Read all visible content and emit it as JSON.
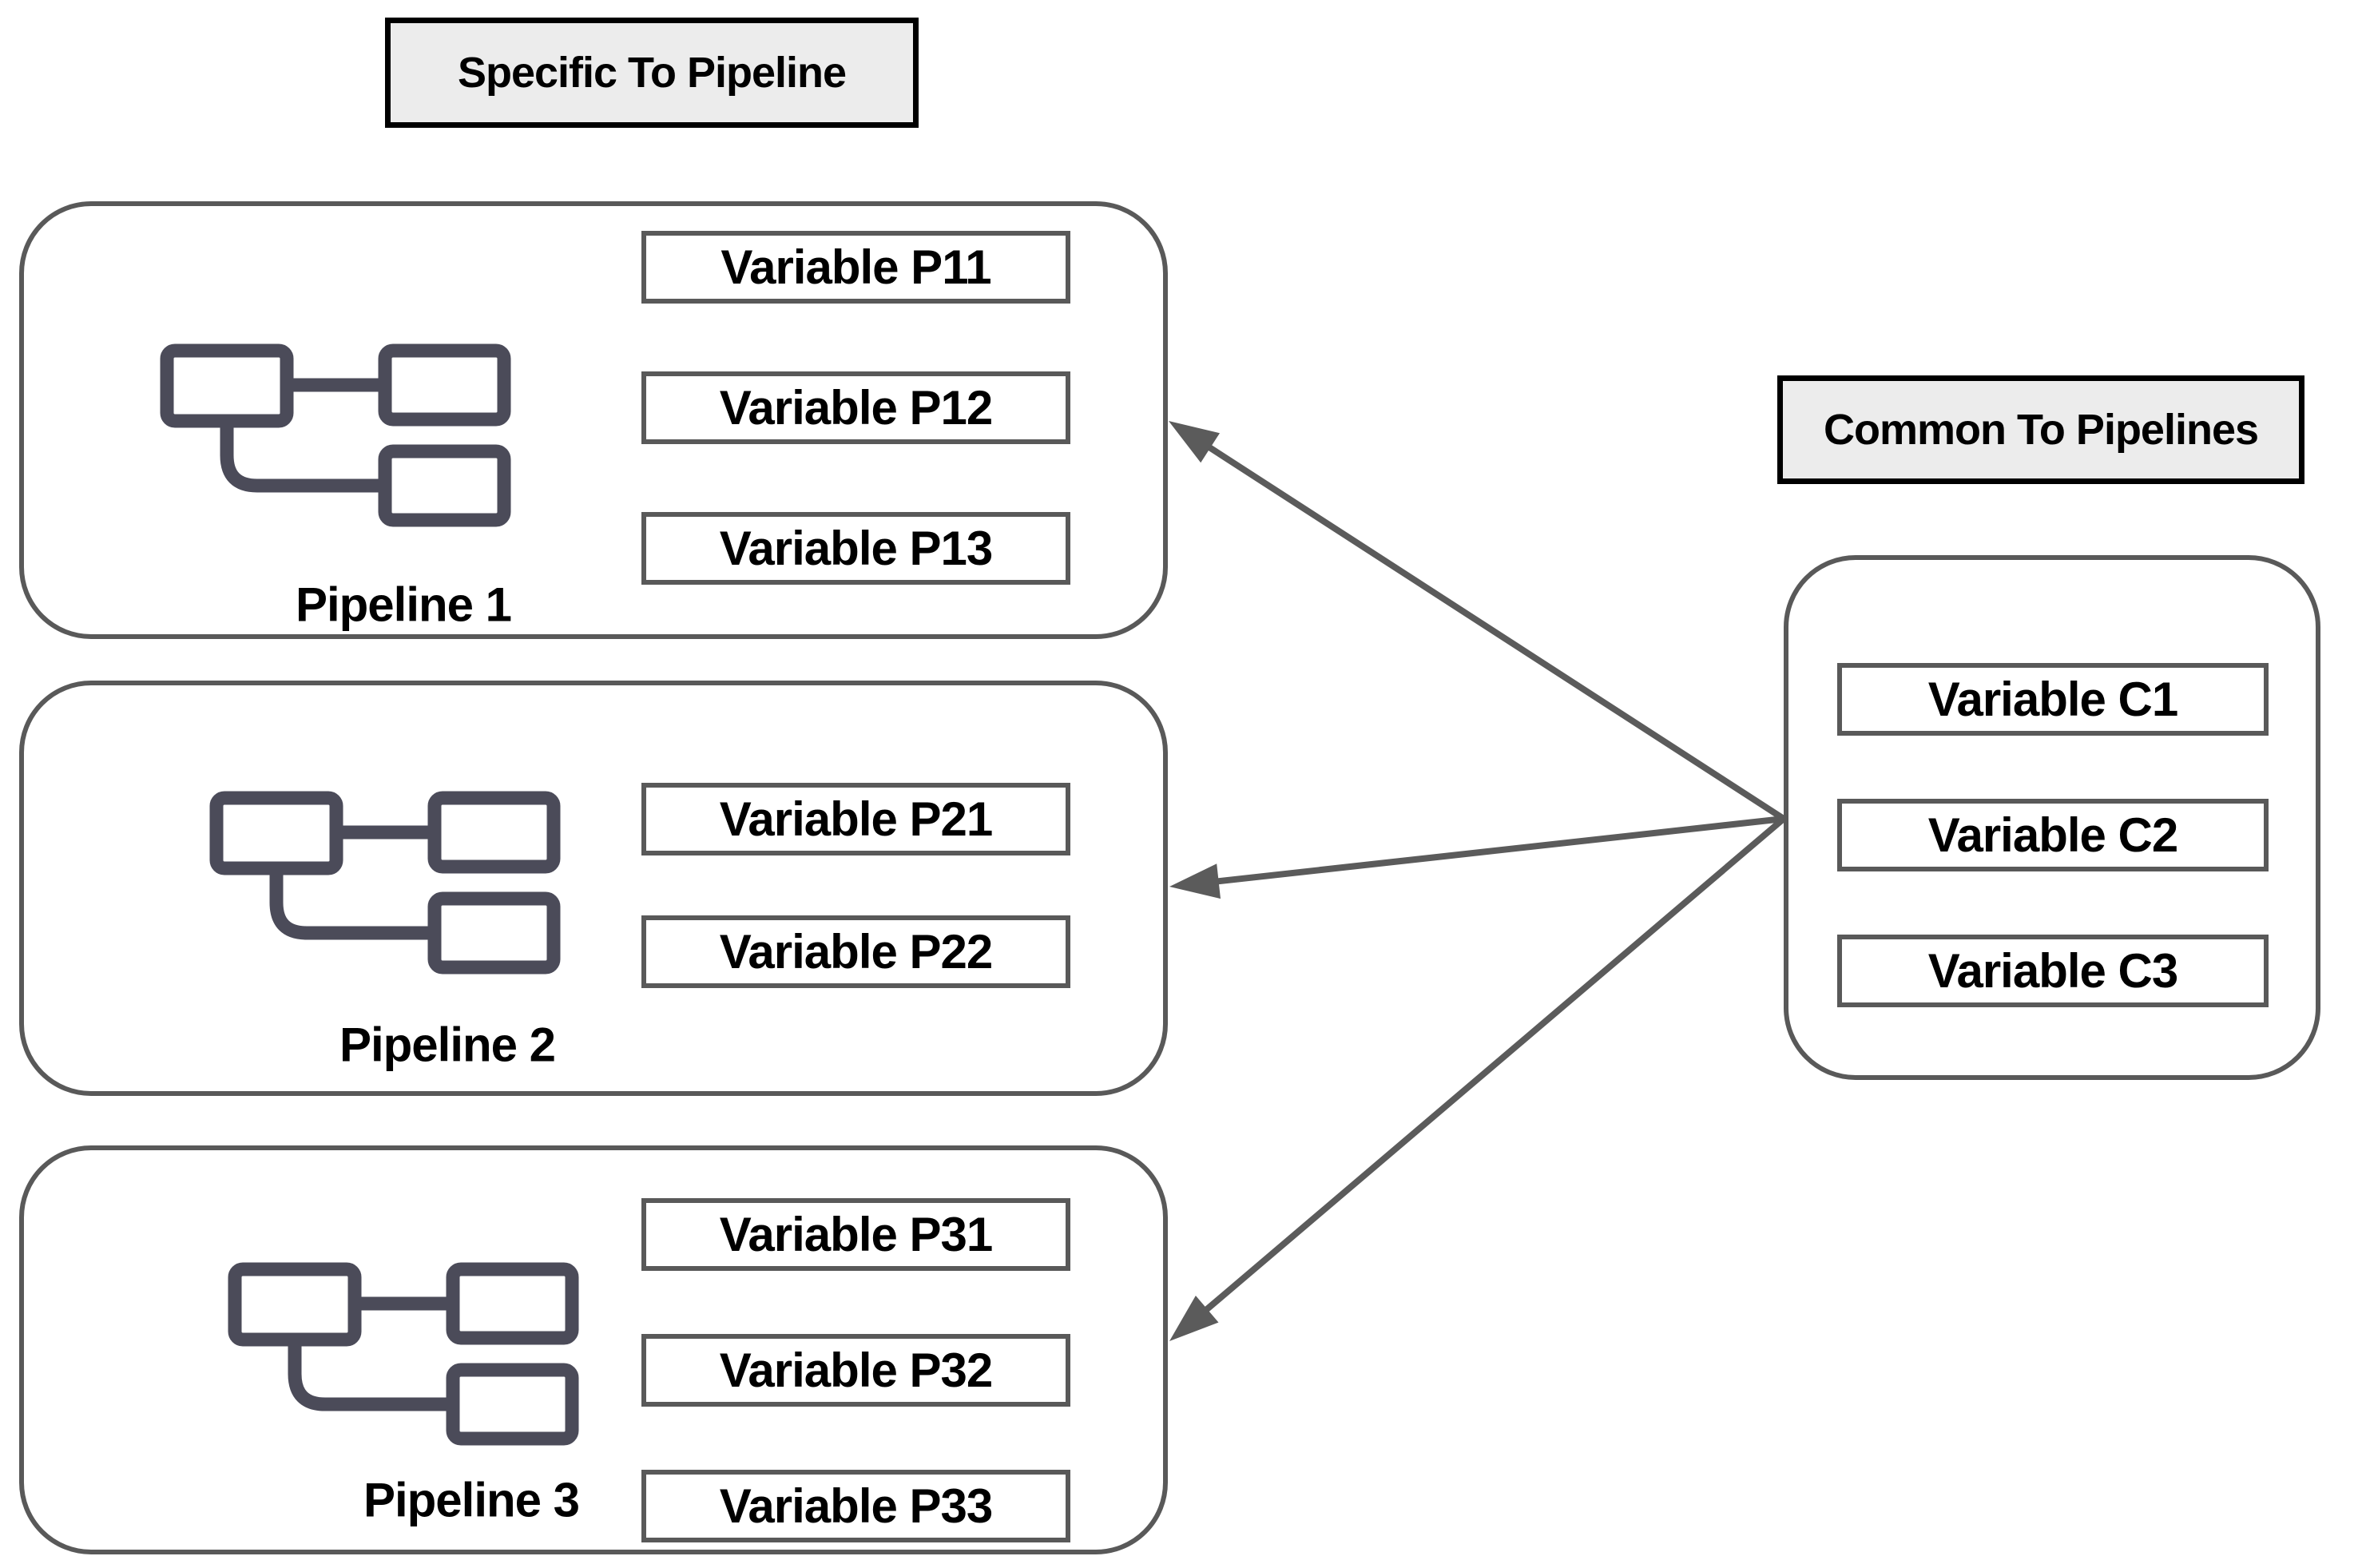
{
  "titles": {
    "left": "Specific To Pipeline",
    "right": "Common To Pipelines"
  },
  "pipelines": [
    {
      "label": "Pipeline 1",
      "variables": [
        "Variable P11",
        "Variable P12",
        "Variable P13"
      ]
    },
    {
      "label": "Pipeline 2",
      "variables": [
        "Variable P21",
        "Variable P22"
      ]
    },
    {
      "label": "Pipeline 3",
      "variables": [
        "Variable P31",
        "Variable P32",
        "Variable P33"
      ]
    }
  ],
  "common": {
    "variables": [
      "Variable C1",
      "Variable C2",
      "Variable C3"
    ]
  },
  "icons": {
    "pipeline_icon": "flowchart-icon"
  },
  "colors": {
    "background": "#ffffff",
    "container_border": "#595959",
    "variable_border": "#595959",
    "title_background": "#ececec",
    "title_border": "#000000",
    "arrow": "#5b5b5b",
    "icon": "#4b4b59",
    "text": "#000000"
  }
}
